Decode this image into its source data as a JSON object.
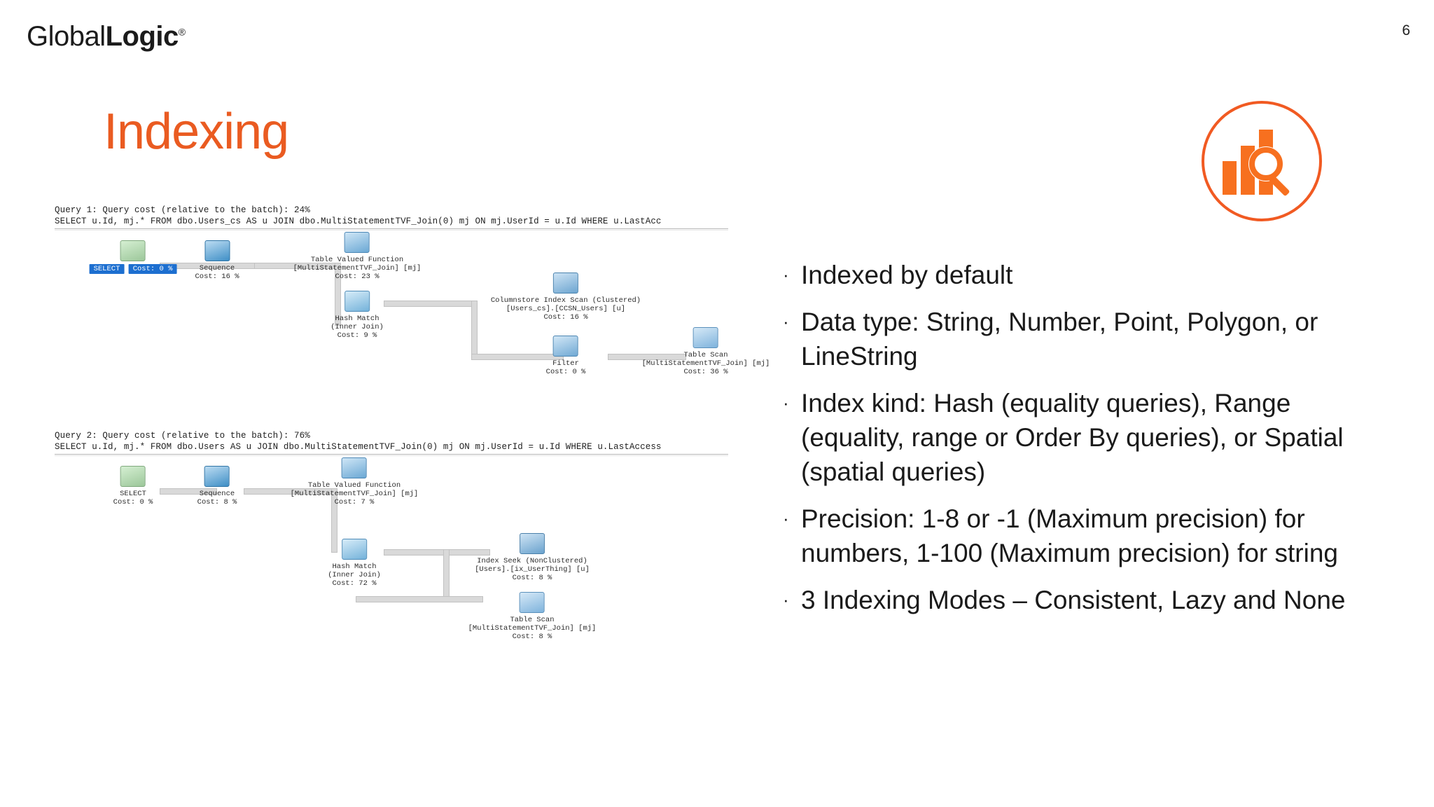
{
  "brand": {
    "logo_primary": "Global",
    "logo_secondary": "Logic",
    "logo_registered": "®",
    "accent_color": "#ea5b21",
    "text_color": "#1a1a1a"
  },
  "header": {
    "page_number": "6"
  },
  "slide": {
    "title": "Indexing",
    "topic_icon": "bar-chart-magnifier-icon"
  },
  "bullets": [
    {
      "marker": "·",
      "text": "Indexed by default"
    },
    {
      "marker": "·",
      "text": "Data type: String, Number, Point, Polygon, or LineString"
    },
    {
      "marker": "·",
      "text": "Index kind: Hash (equality queries), Range (equality, range or Order By queries), or Spatial (spatial queries)"
    },
    {
      "marker": "·",
      "text": "Precision: 1-8 or -1 (Maximum precision) for numbers, 1-100 (Maximum precision) for string"
    },
    {
      "marker": "·",
      "text": "3 Indexing Modes – Consistent, Lazy and None"
    }
  ],
  "query_plan": {
    "queries": [
      {
        "cost_line": "Query 1: Query cost (relative to the batch): 24%",
        "sql_line": "SELECT u.Id, mj.* FROM dbo.Users_cs AS u JOIN dbo.MultiStatementTVF_Join(0) mj ON mj.UserId = u.Id WHERE u.LastAcc",
        "nodes": [
          {
            "glyph": "select-operator-icon",
            "name": "SELECT",
            "detail": "",
            "cost": "Cost: 0 %",
            "selected": true
          },
          {
            "glyph": "sequence-operator-icon",
            "name": "Sequence",
            "detail": "",
            "cost": "Cost: 16 %",
            "selected": false
          },
          {
            "glyph": "tvf-operator-icon",
            "name": "Table Valued Function",
            "detail": "[MultiStatementTVF_Join] [mj]",
            "cost": "Cost: 23 %",
            "selected": false
          },
          {
            "glyph": "hash-match-operator-icon",
            "name": "Hash Match",
            "detail": "(Inner Join)",
            "cost": "Cost: 9 %",
            "selected": false
          },
          {
            "glyph": "columnstore-scan-icon",
            "name": "Columnstore Index Scan (Clustered)",
            "detail": "[Users_cs].[CCSN_Users] [u]",
            "cost": "Cost: 16 %",
            "selected": false
          },
          {
            "glyph": "filter-operator-icon",
            "name": "Filter",
            "detail": "",
            "cost": "Cost: 0 %",
            "selected": false
          },
          {
            "glyph": "table-scan-operator-icon",
            "name": "Table Scan",
            "detail": "[MultiStatementTVF_Join] [mj]",
            "cost": "Cost: 36 %",
            "selected": false
          }
        ]
      },
      {
        "cost_line": "Query 2: Query cost (relative to the batch): 76%",
        "sql_line": "SELECT u.Id, mj.* FROM dbo.Users AS u JOIN dbo.MultiStatementTVF_Join(0) mj ON mj.UserId = u.Id WHERE u.LastAccess",
        "nodes": [
          {
            "glyph": "select-operator-icon",
            "name": "SELECT",
            "detail": "",
            "cost": "Cost: 0 %",
            "selected": false
          },
          {
            "glyph": "sequence-operator-icon",
            "name": "Sequence",
            "detail": "",
            "cost": "Cost: 8 %",
            "selected": false
          },
          {
            "glyph": "tvf-operator-icon",
            "name": "Table Valued Function",
            "detail": "[MultiStatementTVF_Join] [mj]",
            "cost": "Cost: 7 %",
            "selected": false
          },
          {
            "glyph": "hash-match-operator-icon",
            "name": "Hash Match",
            "detail": "(Inner Join)",
            "cost": "Cost: 72 %",
            "selected": false
          },
          {
            "glyph": "index-seek-operator-icon",
            "name": "Index Seek (NonClustered)",
            "detail": "[Users].[ix_UserThing] [u]",
            "cost": "Cost: 8 %",
            "selected": false
          },
          {
            "glyph": "table-scan-operator-icon",
            "name": "Table Scan",
            "detail": "[MultiStatementTVF_Join] [mj]",
            "cost": "Cost: 8 %",
            "selected": false
          }
        ]
      }
    ]
  }
}
